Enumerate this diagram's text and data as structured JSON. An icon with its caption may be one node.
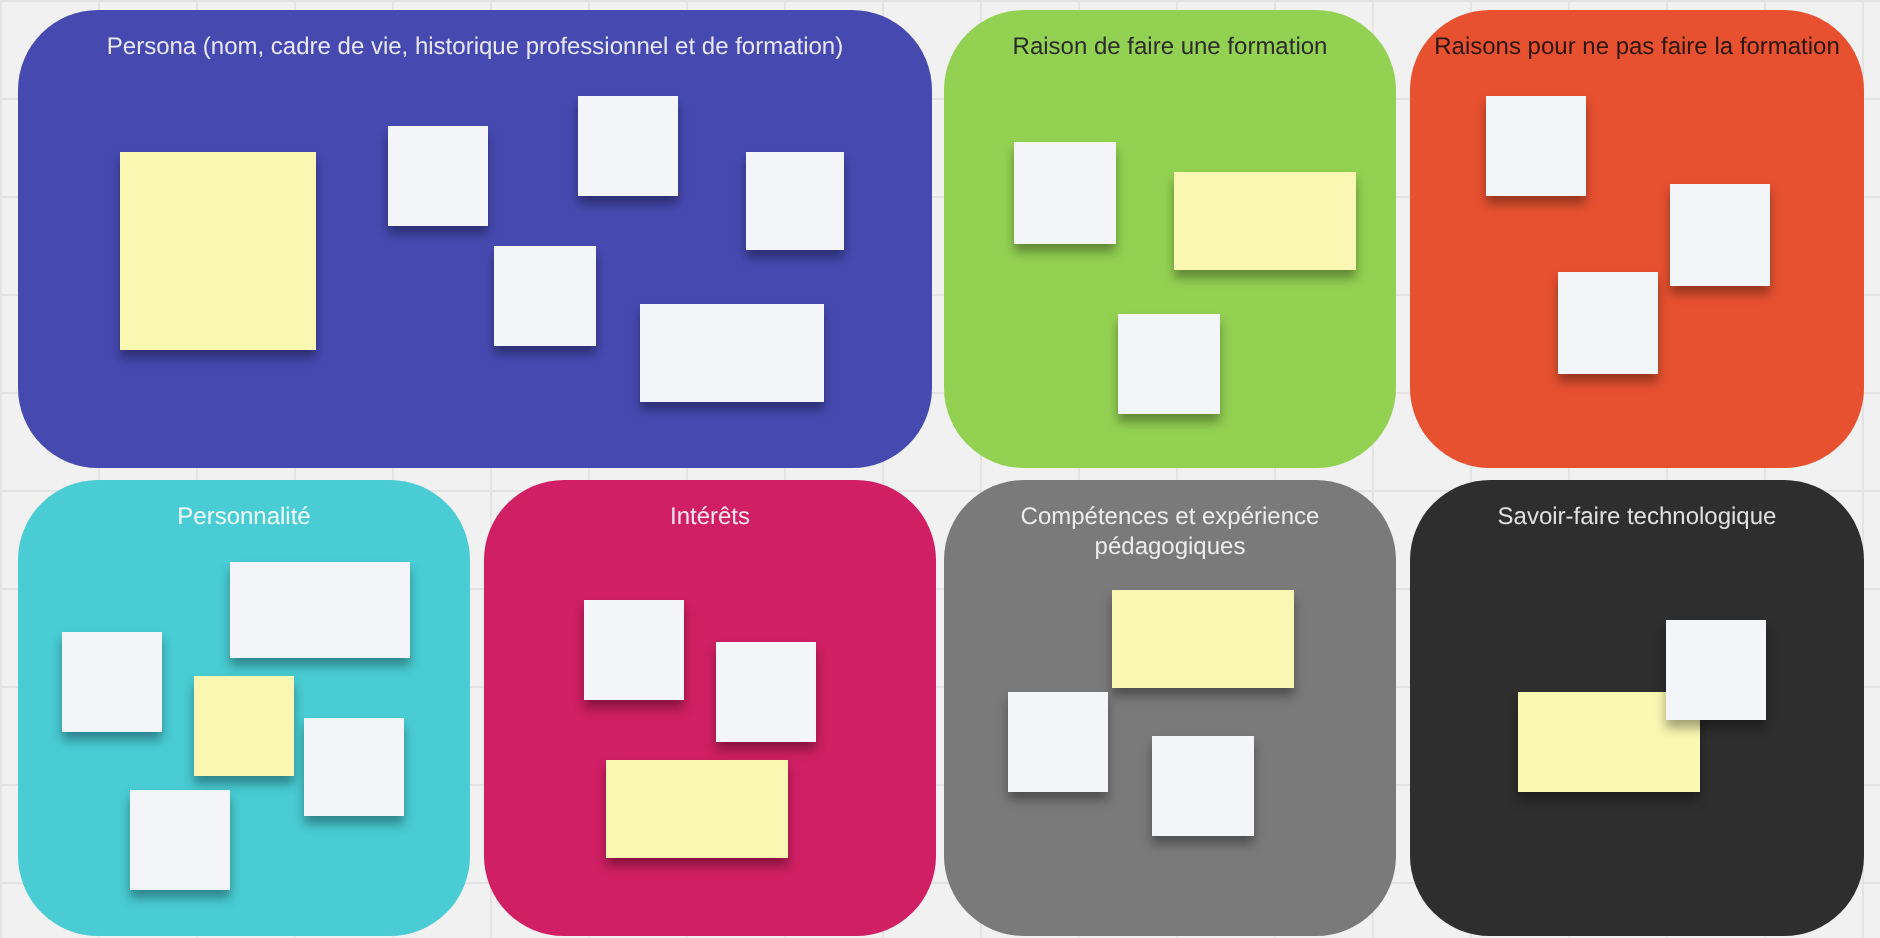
{
  "diagram": {
    "nodes": [
      {
        "text": [
          "Persona (nom, cadre de vie, historique professionnel et de formation)"
        ]
      },
      {
        "text": [],
        "shape": "box",
        "in": 0
      },
      {
        "text": [],
        "shape": "box",
        "in": 0
      },
      {
        "text": [],
        "shape": "box",
        "in": 0
      },
      {
        "text": [],
        "shape": "box",
        "in": 0
      },
      {
        "text": [],
        "shape": "box",
        "in": 0
      },
      {
        "text": [],
        "shape": "box",
        "in": 0
      },
      {
        "text": [
          "Raison de faire une formation"
        ]
      },
      {
        "text": [],
        "shape": "box",
        "in": 7
      },
      {
        "text": [],
        "shape": "box",
        "in": 7
      },
      {
        "text": [],
        "shape": "box",
        "in": 7
      },
      {
        "text": [
          "Raisons pour ne pas faire la formation"
        ]
      },
      {
        "text": [],
        "shape": "box",
        "in": 11
      },
      {
        "text": [],
        "shape": "box",
        "in": 11
      },
      {
        "text": [],
        "shape": "box",
        "in": 11
      },
      {
        "text": [
          "Personnalité"
        ]
      },
      {
        "text": [],
        "shape": "box",
        "in": 15
      },
      {
        "text": [],
        "shape": "box",
        "in": 15
      },
      {
        "text": [],
        "shape": "box",
        "in": 15
      },
      {
        "text": [],
        "shape": "box",
        "in": 15
      },
      {
        "text": [],
        "shape": "box",
        "in": 15
      },
      {
        "text": [
          "Intérêts"
        ]
      },
      {
        "text": [],
        "shape": "box",
        "in": 21
      },
      {
        "text": [],
        "shape": "box",
        "in": 21
      },
      {
        "text": [],
        "shape": "box",
        "in": 21
      },
      {
        "text": [
          "Compétences et expérience pédagogiques"
        ]
      },
      {
        "text": [],
        "shape": "box",
        "in": 25
      },
      {
        "text": [],
        "shape": "box",
        "in": 25
      },
      {
        "text": [],
        "shape": "box",
        "in": 25
      },
      {
        "text": [
          "Savoir-faire technologique"
        ]
      },
      {
        "text": [],
        "shape": "box",
        "in": 29
      },
      {
        "text": [],
        "shape": "box",
        "in": 29
      }
    ]
  }
}
